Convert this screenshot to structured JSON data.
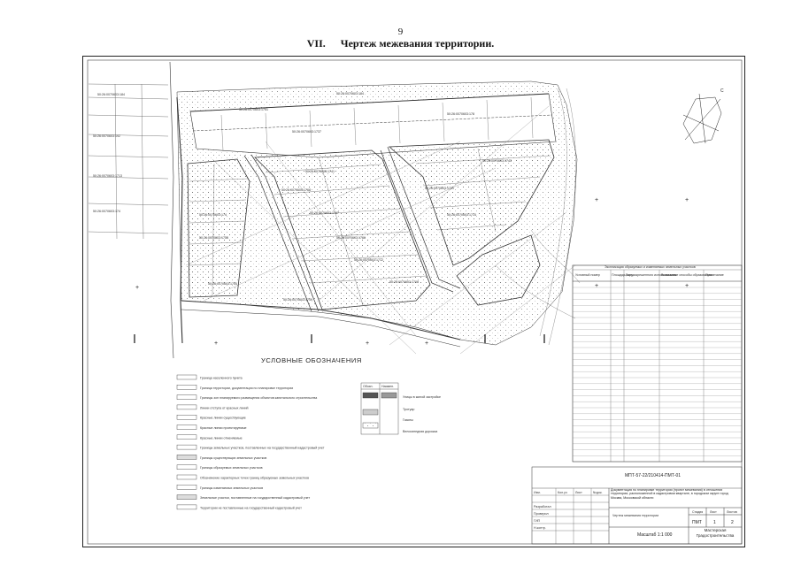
{
  "page": {
    "number": "9"
  },
  "heading": {
    "roman": "VII.",
    "title": "Чертеж межевания территории."
  },
  "north": {
    "label": "С"
  },
  "legend": {
    "title": "УСЛОВНЫЕ ОБОЗНАЧЕНИЯ",
    "items": [
      "Граница населенного пункта",
      "Граница территории, документация по планировке территории",
      "Границы зон планируемого размещения объектов капитального строительства",
      "Линии отступа от красных линий",
      "Красные линии существующие",
      "Красные линии проектируемые",
      "Красные линии отменяемые",
      "Границы земельных участков, поставленных на государственный кадастровый учет",
      "Границы существующих земельных участков",
      "Границы образуемых земельных участков",
      "Обозначение характерных точек границ образуемых земельных участков",
      "Границы изменяемых земельных участков",
      "Земельные участки, поставленные на государственный кадастровый учет",
      "Территории не поставленные на государственный кадастровый учет"
    ],
    "right_items": [
      "Улицы в жилой застройке",
      "Тротуар",
      "Газоны",
      "Велосипедная дорожка"
    ],
    "mini_header": [
      "Обозн.",
      "Наимен."
    ]
  },
  "table": {
    "title": "Экспликация образуемых и изменяемых земельных участков",
    "headers": [
      "Условный номер",
      "Площадь, кв.м",
      "Вид разрешенного использования",
      "Возможные способы образования",
      "Примечание"
    ]
  },
  "stamp": {
    "code": "МПТ-57-22/210414-ПМТ-01",
    "description": "Документация по планировке территории (проект межевания) в отношении территории, расположенной в кадастровом квартале, в городском округе город Москва, Московской области",
    "sheet_name": "Чертеж межевания территории",
    "scale": "Масштаб 1:1 000",
    "stage": "ПМТ",
    "sheet": "1",
    "sheets": "2",
    "stage_label": "Стадия",
    "sheet_label": "Лист",
    "sheets_label": "Листов",
    "org": "Мастерская Градостроительства",
    "roles": [
      "Изм.",
      "Кол.уч",
      "Лист",
      "№док.",
      "Подпись",
      "Дата"
    ],
    "staff": [
      "Разработал",
      "Проверил",
      "ГИП",
      "Н.контр."
    ]
  }
}
